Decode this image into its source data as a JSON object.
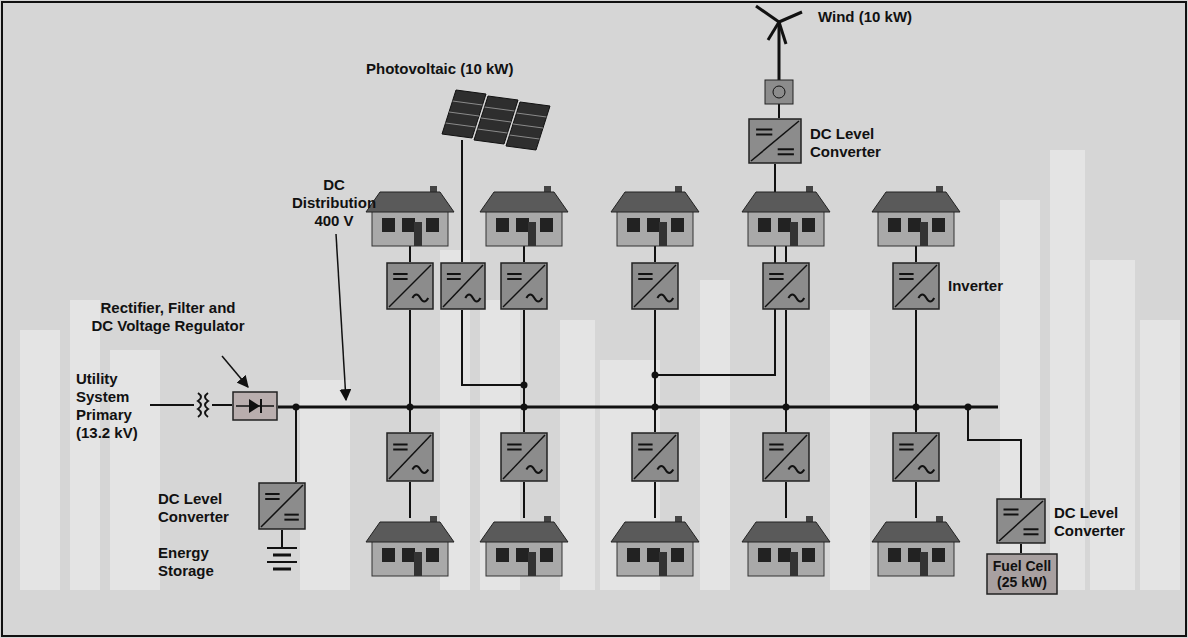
{
  "diagram": {
    "nodes": [
      {
        "text": [
          "DC Level Converter"
        ]
      },
      {
        "text": [
          "Inverter"
        ]
      },
      {
        "text": [
          "Rectifier, Filter and DC Voltage Regulator"
        ]
      },
      {
        "text": [
          "DC Level Converter"
        ]
      },
      {
        "text": [
          "DC Level Converter"
        ]
      },
      {
        "text": [
          "Fuel Cell (25 kW)"
        ]
      }
    ],
    "edges": [
      {
        "from": 5,
        "to": 4,
        "arrow": "none"
      }
    ],
    "labels": [
      "Photovoltaic (10 kW)",
      "Wind (10 kW)",
      "DC Distribution 400 V",
      "Utility System Primary (13.2 kV)",
      "Energy Storage"
    ]
  }
}
